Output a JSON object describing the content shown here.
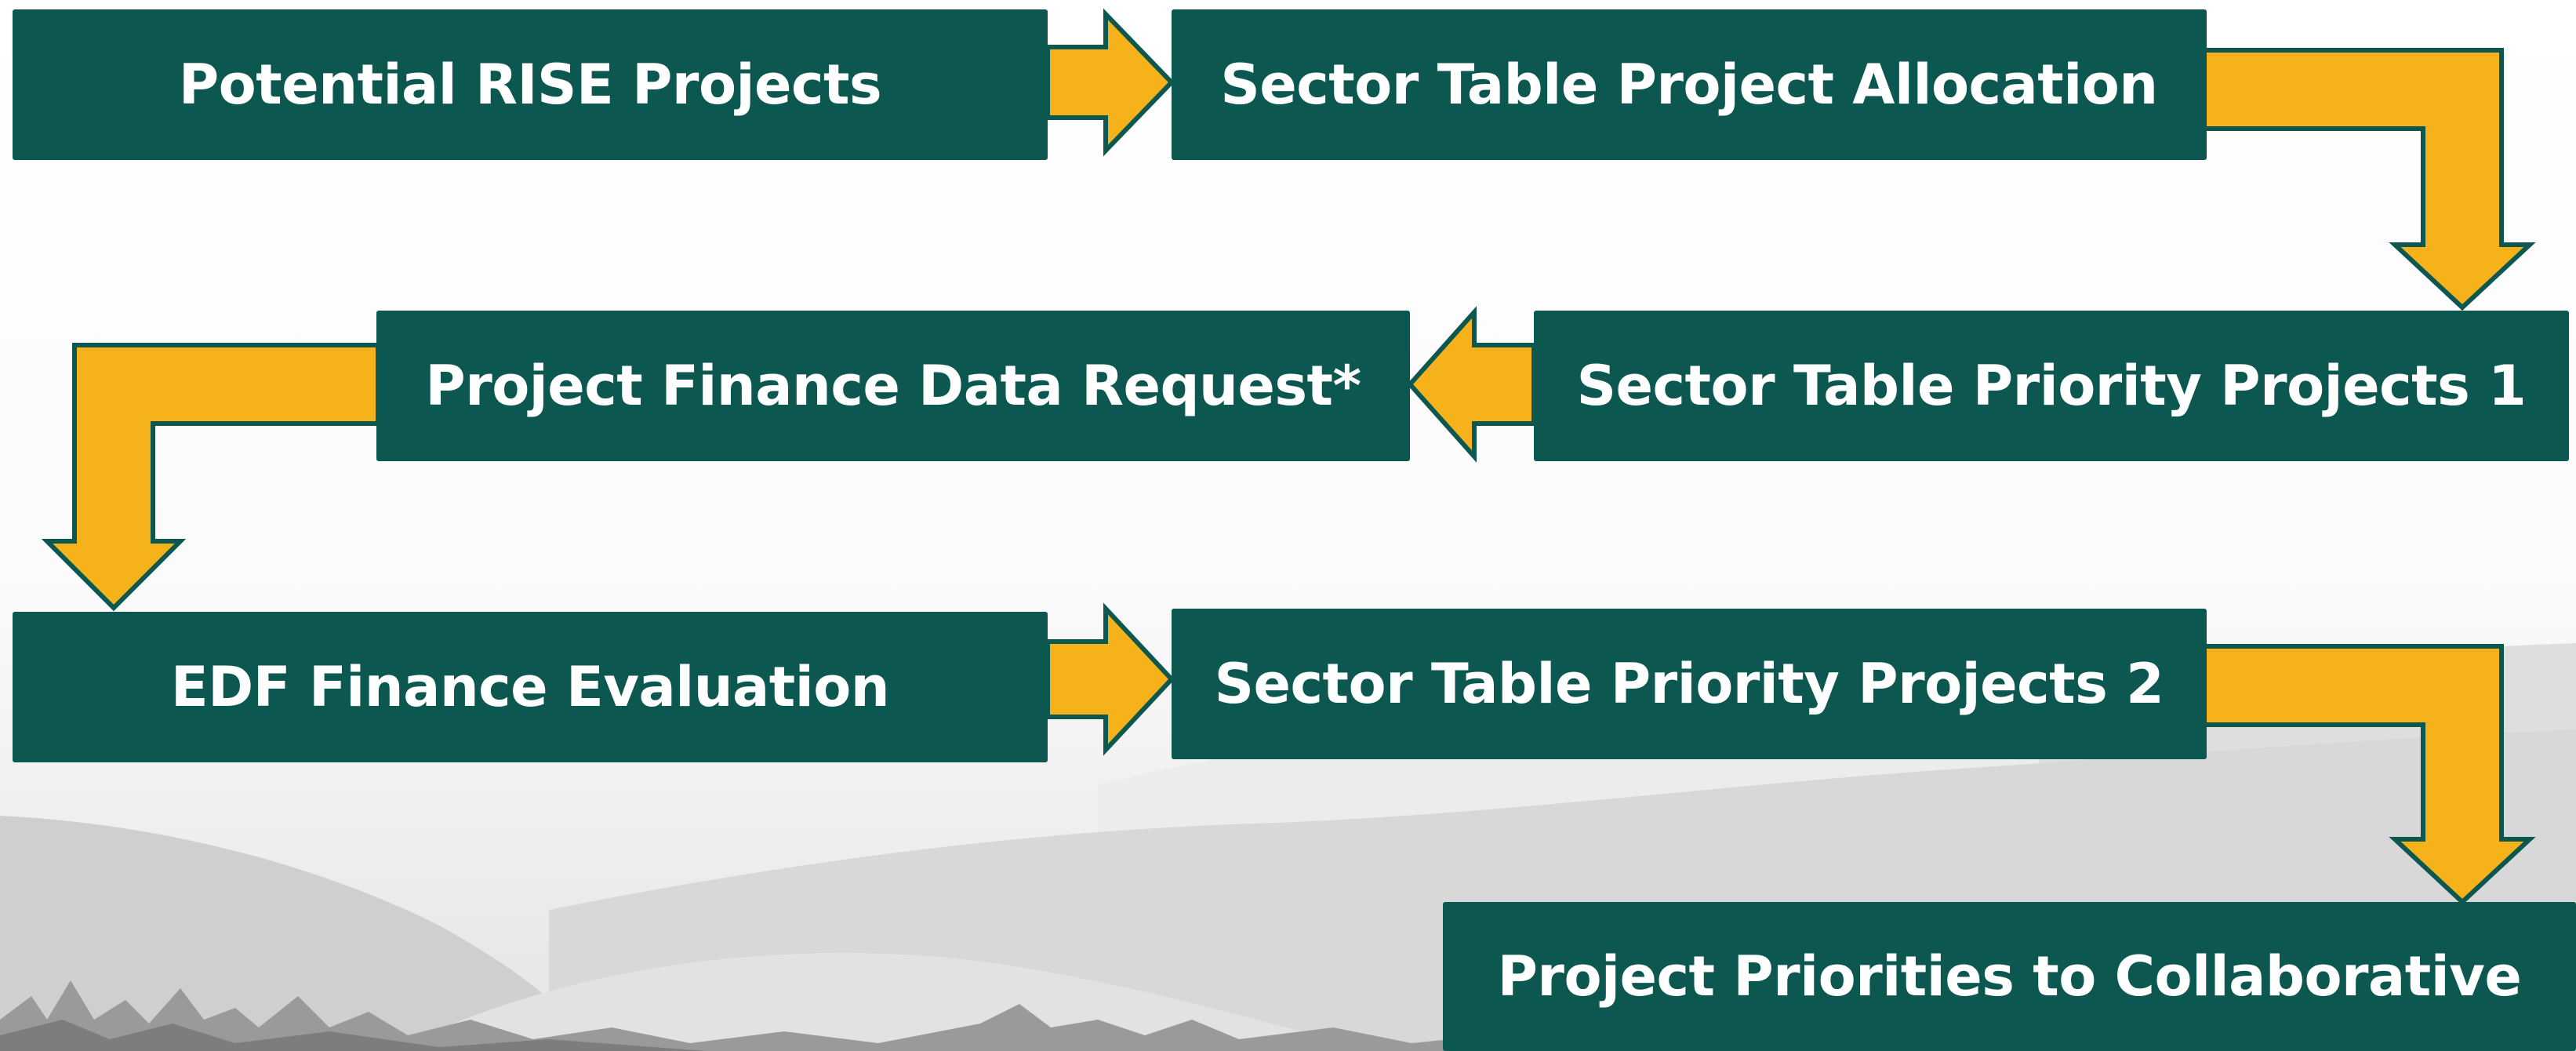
{
  "diagram": {
    "nodes": [
      {
        "id": "potential",
        "label": "Potential RISE Projects"
      },
      {
        "id": "allocation",
        "label": "Sector Table Project Allocation"
      },
      {
        "id": "priority1",
        "label": "Sector Table Priority Projects 1"
      },
      {
        "id": "finance_request",
        "label": "Project Finance Data Request*"
      },
      {
        "id": "edf",
        "label": "EDF Finance Evaluation"
      },
      {
        "id": "priority2",
        "label": "Sector Table Priority Projects 2"
      },
      {
        "id": "collaborative",
        "label": "Project Priorities to Collaborative"
      }
    ],
    "edges": [
      {
        "from": "potential",
        "to": "allocation"
      },
      {
        "from": "allocation",
        "to": "priority1"
      },
      {
        "from": "priority1",
        "to": "finance_request"
      },
      {
        "from": "finance_request",
        "to": "edf"
      },
      {
        "from": "edf",
        "to": "priority2"
      },
      {
        "from": "priority2",
        "to": "collaborative"
      }
    ],
    "colors": {
      "box": "#0c5750",
      "arrow": "#f6b21b",
      "text": "#ffffff"
    }
  }
}
